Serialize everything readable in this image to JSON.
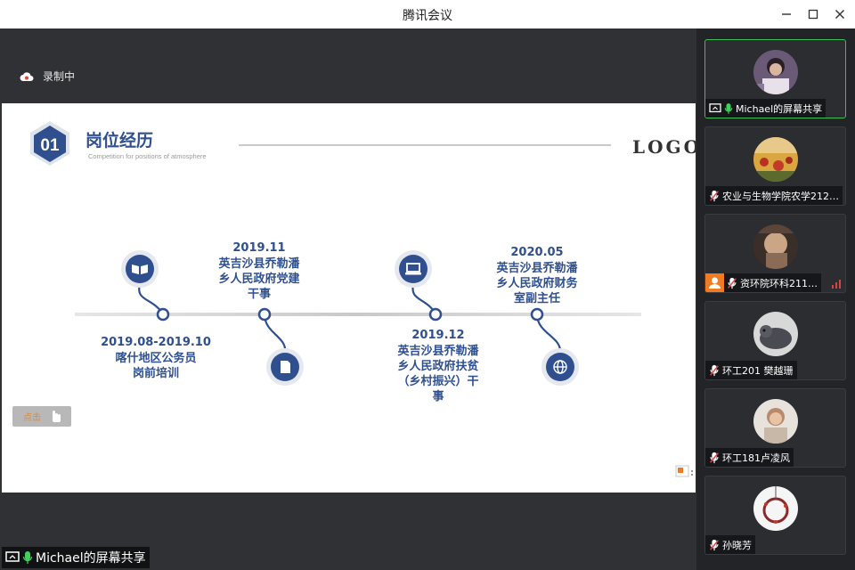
{
  "window": {
    "title": "腾讯会议",
    "minimize_icon": "minimize-icon",
    "maximize_icon": "maximize-icon",
    "close_icon": "close-icon"
  },
  "stage": {
    "recording_label": "录制中",
    "screen_share_label": "Michael的屏幕共享"
  },
  "slide": {
    "number": "01",
    "title": "岗位经历",
    "subtitle": "Competition for positions of atmosphere",
    "logo": "LOGO",
    "button_label": "点击",
    "events": [
      {
        "icon": "book-icon",
        "date": "2019.08-2019.10",
        "lines": [
          "喀什地区公务员",
          "岗前培训"
        ]
      },
      {
        "icon": "document-icon",
        "date": "2019.11",
        "lines": [
          "英吉沙县乔勒潘",
          "乡人民政府党建",
          "干事"
        ]
      },
      {
        "icon": "laptop-icon",
        "date": "2019.12",
        "lines": [
          "英吉沙县乔勒潘",
          "乡人民政府扶贫",
          "（乡村振兴）干",
          "事"
        ]
      },
      {
        "icon": "globe-icon",
        "date": "2020.05",
        "lines": [
          "英吉沙县乔勒潘",
          "乡人民政府财务",
          "室副主任"
        ]
      }
    ],
    "colors": {
      "accent": "#2f4f8f",
      "text": "#2f4f8f"
    }
  },
  "participants": [
    {
      "name": "Michael的屏幕共享",
      "status": "sharing",
      "active": true,
      "mic": "on"
    },
    {
      "name": "农业与生物学院农学212…",
      "mic": "muted"
    },
    {
      "name": "资环院环科211…",
      "mic": "muted",
      "signal": "weak"
    },
    {
      "name": "环工201 樊越珊",
      "mic": "muted"
    },
    {
      "name": "环工181卢凌风",
      "mic": "muted"
    },
    {
      "name": "孙晓芳",
      "mic": "muted"
    }
  ]
}
